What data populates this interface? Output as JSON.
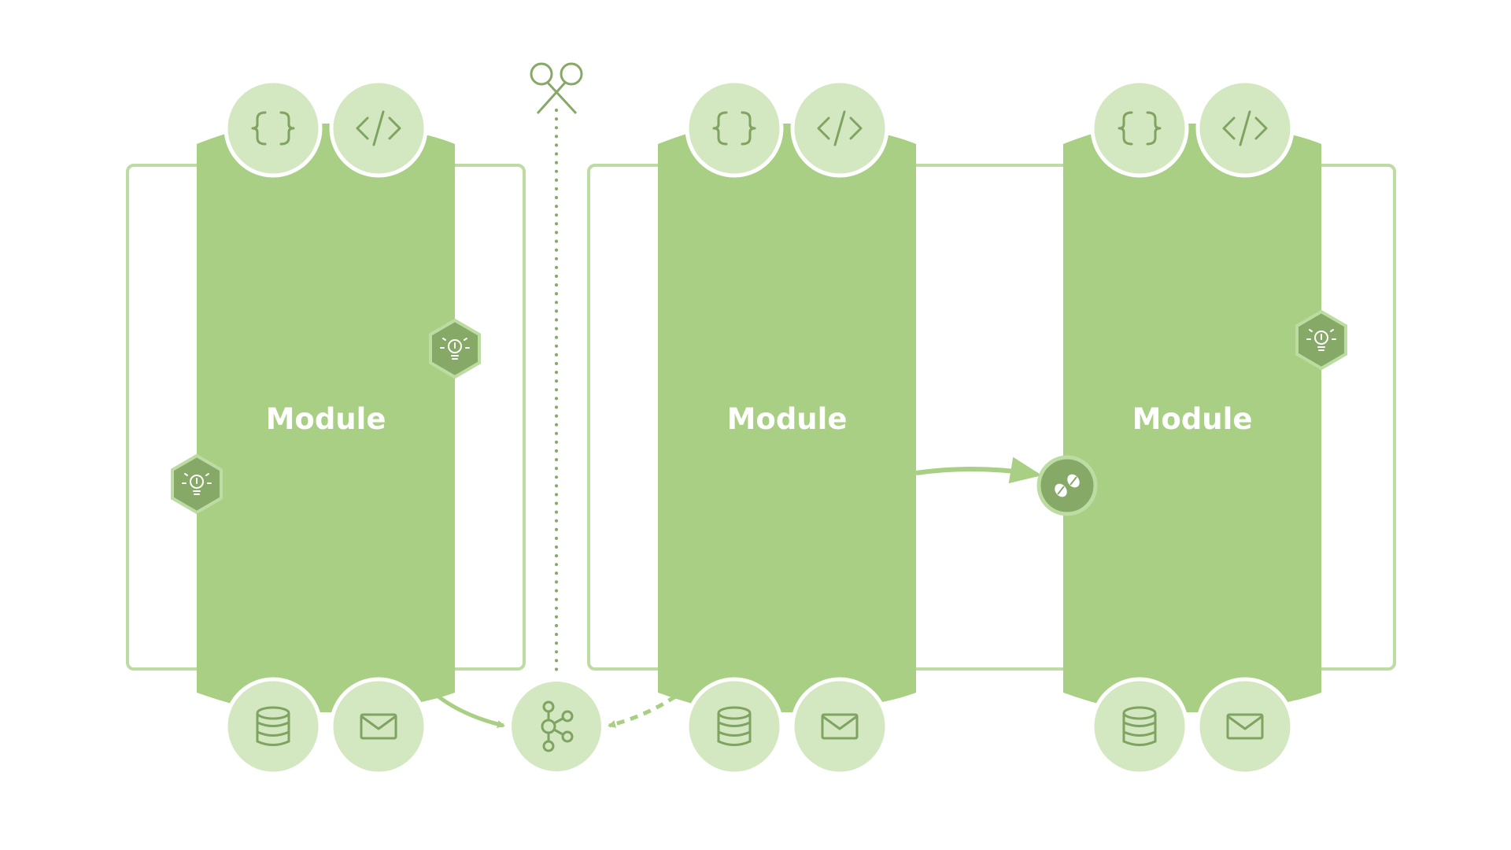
{
  "diagram": {
    "colors": {
      "module_fill": "#a8cf83",
      "port_fill": "#d3e7c0",
      "port_icon": "#7fa360",
      "frame_stroke": "#bcdca2",
      "hex_fill": "#87a968",
      "arrow": "#a8cf83",
      "dotted": "#87a968"
    },
    "modules": [
      {
        "id": "left",
        "label": "Module",
        "top_ports": [
          "braces-icon",
          "code-icon"
        ],
        "bottom_ports": [
          "database-icon",
          "mail-icon"
        ]
      },
      {
        "id": "middle",
        "label": "Module",
        "top_ports": [
          "braces-icon",
          "code-icon"
        ],
        "bottom_ports": [
          "database-icon",
          "mail-icon"
        ]
      },
      {
        "id": "right",
        "label": "Module",
        "top_ports": [
          "braces-icon",
          "code-icon"
        ],
        "bottom_ports": [
          "database-icon",
          "mail-icon"
        ]
      }
    ],
    "badges": [
      "lightbulb-icon",
      "lightbulb-icon",
      "lightbulb-icon",
      "coffee-beans-icon"
    ],
    "hub_icon": "kafka-hub-icon",
    "divider_icon": "scissors-icon"
  }
}
